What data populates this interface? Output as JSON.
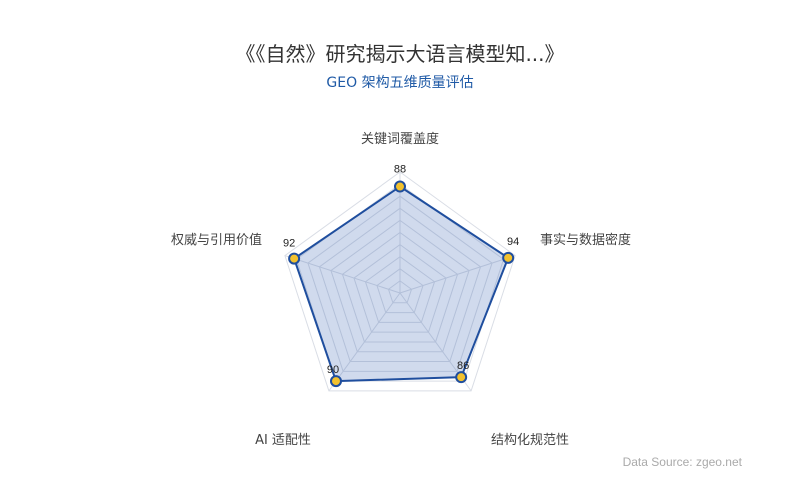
{
  "header": {
    "title": "《《自然》研究揭示大语言模型知...》",
    "subtitle": "GEO 架构五维质量评估"
  },
  "footer": {
    "source": "Data Source: zgeo.net"
  },
  "colors": {
    "line": "#1f4e9e",
    "fill": "rgba(68,108,184,0.25)",
    "point_fill": "#f2c12e",
    "point_stroke": "#1f4e9e",
    "grid": "#d9dde5",
    "subtitle": "#1f5aa6"
  },
  "chart_data": {
    "type": "radar",
    "title": "《《自然》研究揭示大语言模型知...》",
    "subtitle": "GEO 架构五维质量评估",
    "categories": [
      "关键词覆盖度",
      "事实与数据密度",
      "结构化规范性",
      "AI 适配性",
      "权威与引用价值"
    ],
    "series": [
      {
        "name": "GEO 架构五维质量评估",
        "values": [
          88,
          94,
          86,
          90,
          92
        ]
      }
    ],
    "range": [
      0,
      100
    ],
    "grid_rings": 10,
    "legend": "none",
    "annotation": "Data Source: zgeo.net"
  }
}
